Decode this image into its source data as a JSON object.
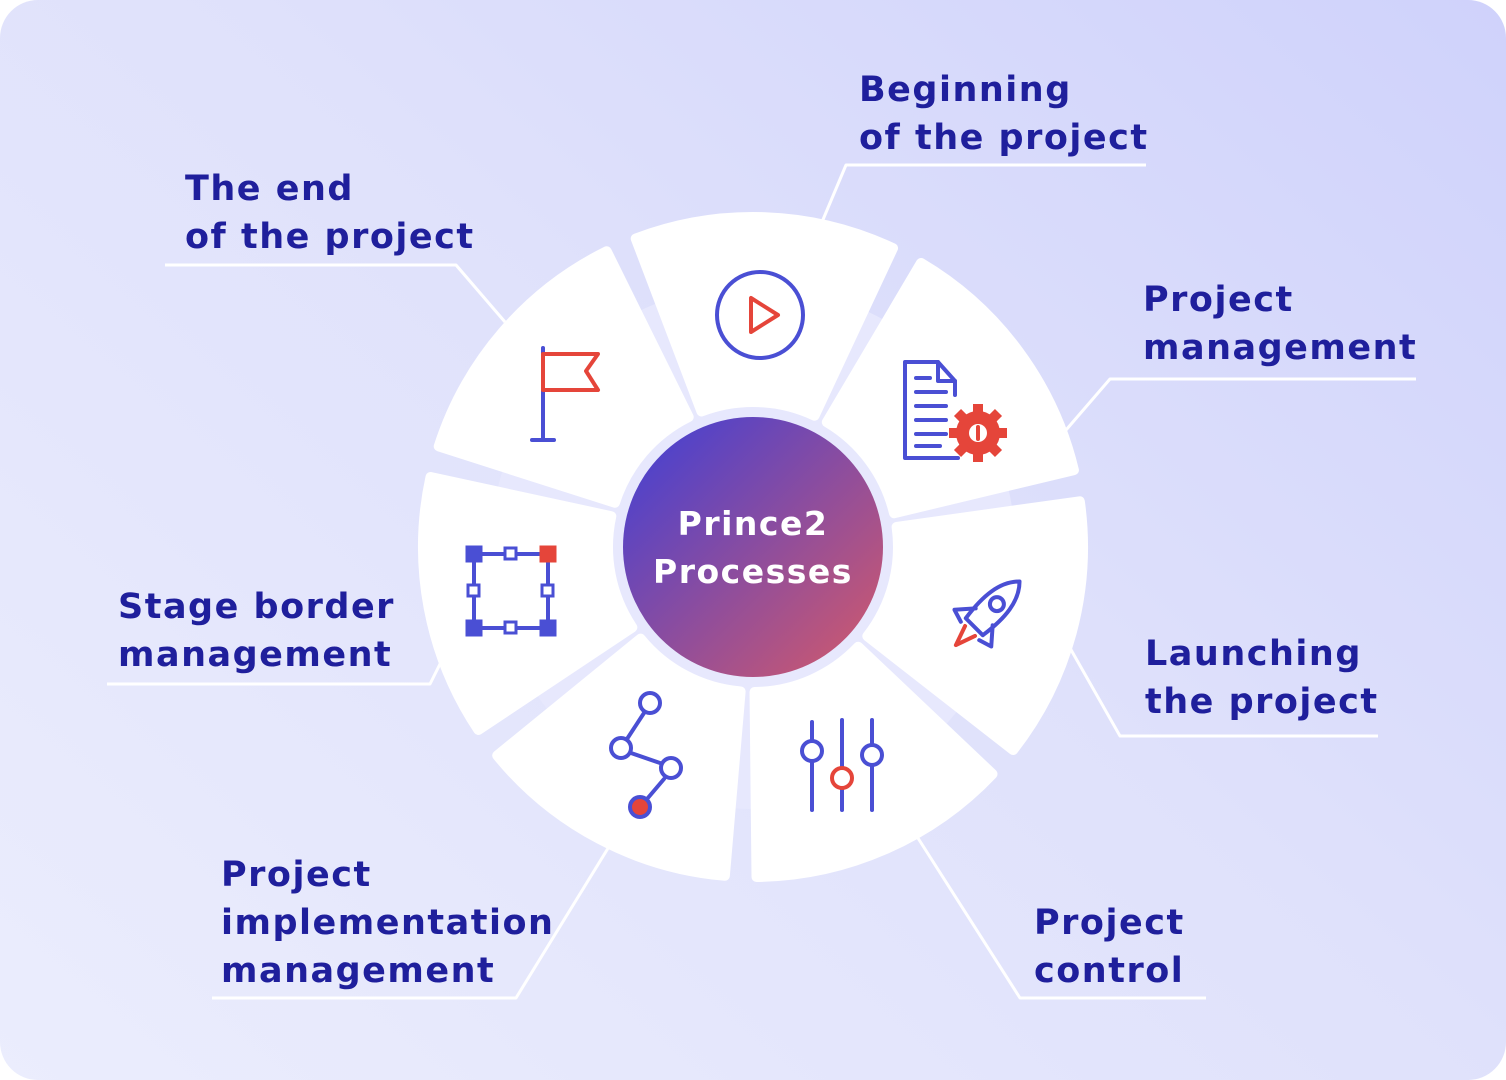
{
  "center": {
    "line1": "Prince2",
    "line2": "Processes"
  },
  "stages": [
    {
      "id": "beginning",
      "lines": [
        "Beginning",
        "of the project"
      ],
      "icon": "play-circle-icon"
    },
    {
      "id": "management",
      "lines": [
        "Project",
        "management"
      ],
      "icon": "document-gear-icon"
    },
    {
      "id": "launching",
      "lines": [
        "Launching",
        "the project"
      ],
      "icon": "rocket-icon"
    },
    {
      "id": "control",
      "lines": [
        "Project",
        "control"
      ],
      "icon": "sliders-icon"
    },
    {
      "id": "implementation",
      "lines": [
        "Project",
        "implementation",
        "management"
      ],
      "icon": "connected-nodes-icon"
    },
    {
      "id": "stage-border",
      "lines": [
        "Stage border",
        "management"
      ],
      "icon": "selection-box-icon"
    },
    {
      "id": "end",
      "lines": [
        "The end",
        "of the project"
      ],
      "icon": "flag-icon"
    }
  ],
  "colors": {
    "label_text": "#1f1f9c",
    "icon_blue": "#4a4fd4",
    "icon_red": "#e5453a",
    "segment_fill": "#ffffff",
    "ring_gap": "#e7e8fd",
    "center_gradient_start": "#3d3fd8",
    "center_gradient_end": "#d65a68"
  }
}
